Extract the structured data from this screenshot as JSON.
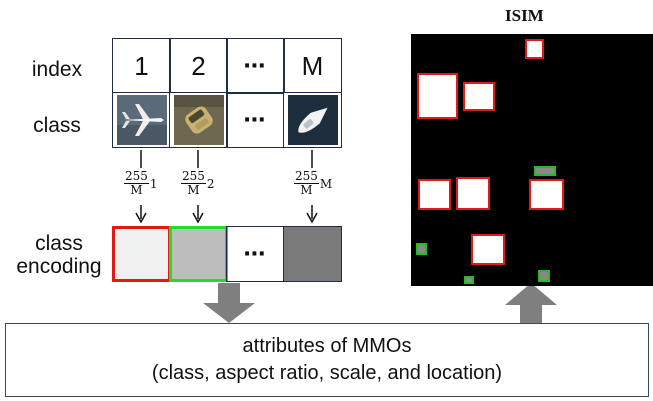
{
  "labels": {
    "index": "index",
    "class": "class",
    "class_encoding_line1": "class",
    "class_encoding_line2": "encoding",
    "isim_title": "ISIM"
  },
  "index_cells": [
    "1",
    "2",
    "⋯",
    "M"
  ],
  "class_cells": [
    {
      "icon": "airplane-icon"
    },
    {
      "icon": "car-icon"
    },
    {
      "text": "⋯"
    },
    {
      "icon": "boat-icon"
    }
  ],
  "formulas": [
    {
      "num": "255",
      "den": "M",
      "mult": "1"
    },
    {
      "num": "255",
      "den": "M",
      "mult": "2"
    },
    {
      "num": "255",
      "den": "M",
      "mult": "M"
    }
  ],
  "encoding_cells": [
    {
      "fill": "#f0f0f0",
      "border": "#e01919"
    },
    {
      "fill": "#bdbdbd",
      "border": "#22dd22"
    },
    {
      "text": "⋯"
    },
    {
      "fill": "#7a7a7a",
      "border": "#1f2d4a"
    }
  ],
  "attributes": {
    "line1": "attributes of MMOs",
    "line2": "(class, aspect ratio, scale, and location)"
  },
  "colors": {
    "arrow": "#7f7f7f",
    "red_object": "#e01919",
    "green_object": "#1fbf1f",
    "isim_background": "#000000"
  }
}
